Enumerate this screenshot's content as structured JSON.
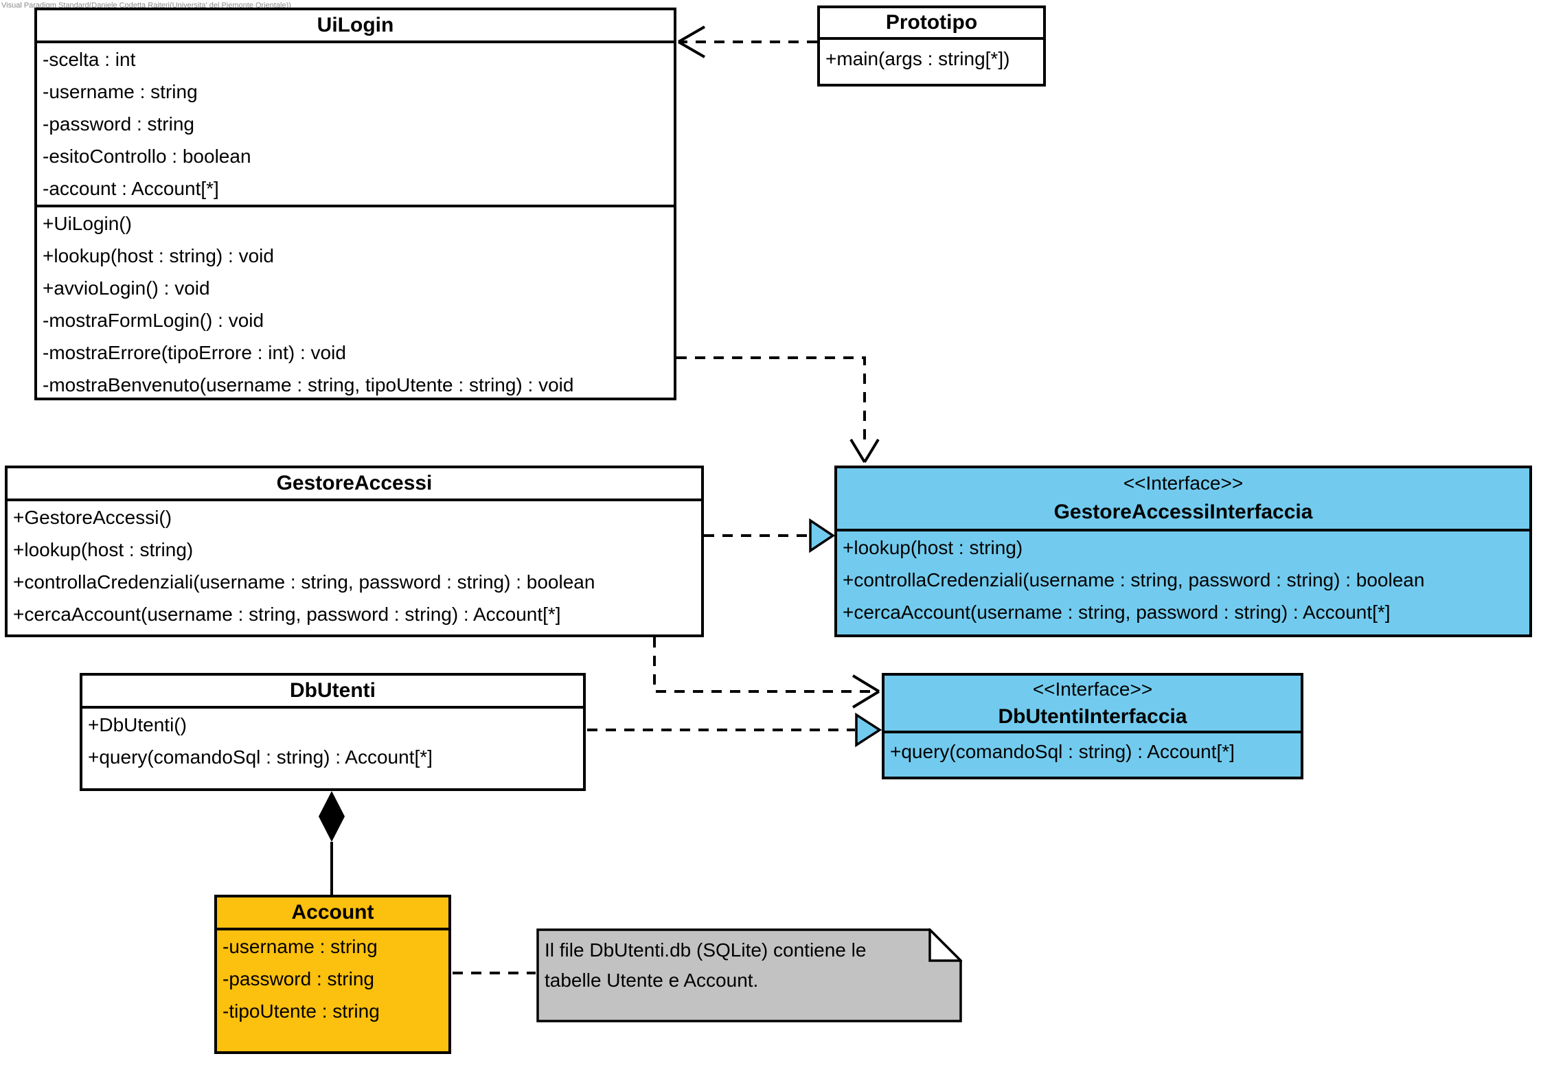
{
  "watermark": "Visual Paradigm Standard(Daniele Codetta Raiteri(Universita' del Piemonte Orientale))",
  "colors": {
    "class_fill": "#FFFFFF",
    "interface_fill": "#72CBEE",
    "account_fill": "#FCC00E",
    "note_fill": "#C2C2C2",
    "border": "#000000"
  },
  "classes": {
    "uilogin": {
      "name": "UiLogin",
      "attributes": [
        "-scelta : int",
        "-username : string",
        "-password : string",
        "-esitoControllo : boolean",
        "-account : Account[*]"
      ],
      "methods": [
        "+UiLogin()",
        "+lookup(host : string) : void",
        "+avvioLogin() : void",
        "-mostraFormLogin() : void",
        "-mostraErrore(tipoErrore : int) : void",
        "-mostraBenvenuto(username : string, tipoUtente : string) : void"
      ]
    },
    "prototipo": {
      "name": "Prototipo",
      "methods": [
        "+main(args : string[*])"
      ]
    },
    "gestoreaccessi": {
      "name": "GestoreAccessi",
      "methods": [
        "+GestoreAccessi()",
        "+lookup(host : string)",
        "+controllaCredenziali(username : string, password : string) : boolean",
        "+cercaAccount(username : string, password : string) : Account[*]"
      ]
    },
    "gestoreaccessiinterfaccia": {
      "stereotype": "<<Interface>>",
      "name": "GestoreAccessiInterfaccia",
      "methods": [
        "+lookup(host : string)",
        "+controllaCredenziali(username : string, password : string) : boolean",
        "+cercaAccount(username : string, password : string) : Account[*]"
      ]
    },
    "dbutenti": {
      "name": "DbUtenti",
      "methods": [
        "+DbUtenti()",
        "+query(comandoSql : string) : Account[*]"
      ]
    },
    "dbutentiinterfaccia": {
      "stereotype": "<<Interface>>",
      "name": "DbUtentiInterfaccia",
      "methods": [
        "+query(comandoSql : string) : Account[*]"
      ]
    },
    "account": {
      "name": "Account",
      "attributes": [
        "-username : string",
        "-password : string",
        "-tipoUtente : string"
      ]
    }
  },
  "note": {
    "text": "Il file DbUtenti.db (SQLite) contiene le tabelle Utente e Account."
  },
  "relationships": [
    {
      "type": "dependency",
      "from": "Prototipo",
      "to": "UiLogin"
    },
    {
      "type": "dependency",
      "from": "UiLogin",
      "to": "GestoreAccessiInterfaccia"
    },
    {
      "type": "realization",
      "from": "GestoreAccessi",
      "to": "GestoreAccessiInterfaccia"
    },
    {
      "type": "dependency",
      "from": "GestoreAccessi",
      "to": "DbUtentiInterfaccia"
    },
    {
      "type": "realization",
      "from": "DbUtenti",
      "to": "DbUtentiInterfaccia"
    },
    {
      "type": "composition",
      "from": "DbUtenti",
      "to": "Account"
    },
    {
      "type": "note-anchor",
      "from": "Account",
      "to": "note"
    }
  ]
}
